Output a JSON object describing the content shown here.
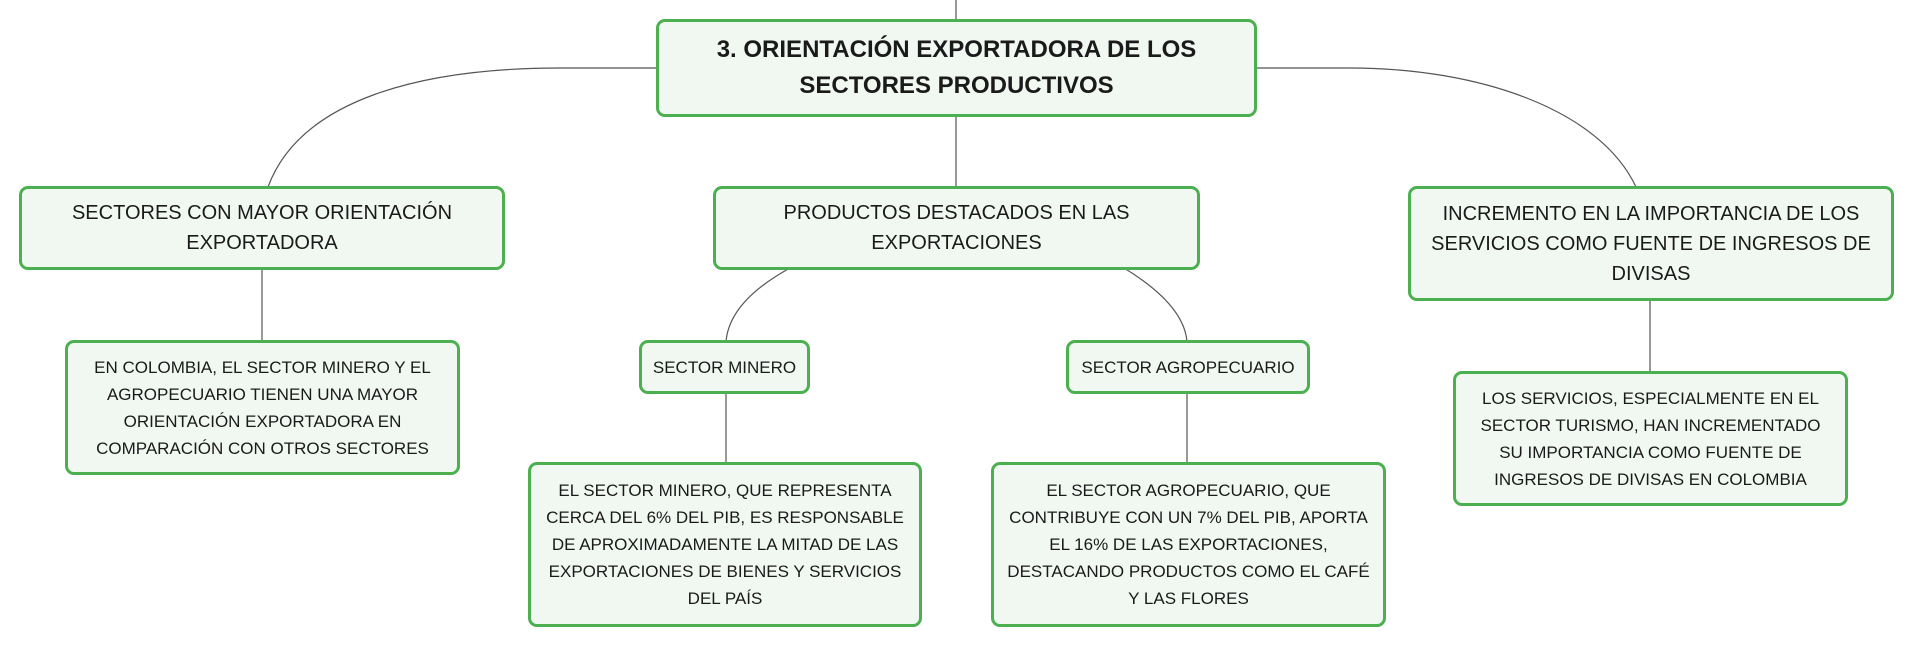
{
  "mindmap": {
    "root": {
      "label": "3. ORIENTACIÓN EXPORTADORA DE LOS SECTORES PRODUCTIVOS"
    },
    "branches": [
      {
        "label": "SECTORES CON MAYOR ORIENTACIÓN EXPORTADORA",
        "detail": "EN COLOMBIA, EL SECTOR MINERO Y EL AGROPECUARIO TIENEN UNA MAYOR ORIENTACIÓN EXPORTADORA EN COMPARACIÓN CON OTROS SECTORES"
      },
      {
        "label": "PRODUCTOS DESTACADOS EN LAS EXPORTACIONES",
        "children": [
          {
            "label": "SECTOR MINERO",
            "detail": "EL SECTOR MINERO, QUE REPRESENTA CERCA DEL 6% DEL PIB, ES RESPONSABLE DE APROXIMADAMENTE LA MITAD DE LAS EXPORTACIONES DE BIENES Y SERVICIOS DEL PAÍS"
          },
          {
            "label": "SECTOR AGROPECUARIO",
            "detail": "EL SECTOR AGROPECUARIO, QUE CONTRIBUYE CON UN 7% DEL PIB, APORTA EL 16% DE LAS EXPORTACIONES, DESTACANDO PRODUCTOS COMO EL CAFÉ Y LAS FLORES"
          }
        ]
      },
      {
        "label": "INCREMENTO EN LA IMPORTANCIA DE LOS SERVICIOS COMO FUENTE DE INGRESOS DE DIVISAS",
        "detail": "LOS SERVICIOS, ESPECIALMENTE EN EL SECTOR TURISMO, HAN INCREMENTADO SU IMPORTANCIA COMO FUENTE DE INGRESOS DE DIVISAS EN COLOMBIA"
      }
    ],
    "colors": {
      "border": "#4caf50",
      "fill": "#f1f8f2",
      "line": "#555555"
    }
  }
}
